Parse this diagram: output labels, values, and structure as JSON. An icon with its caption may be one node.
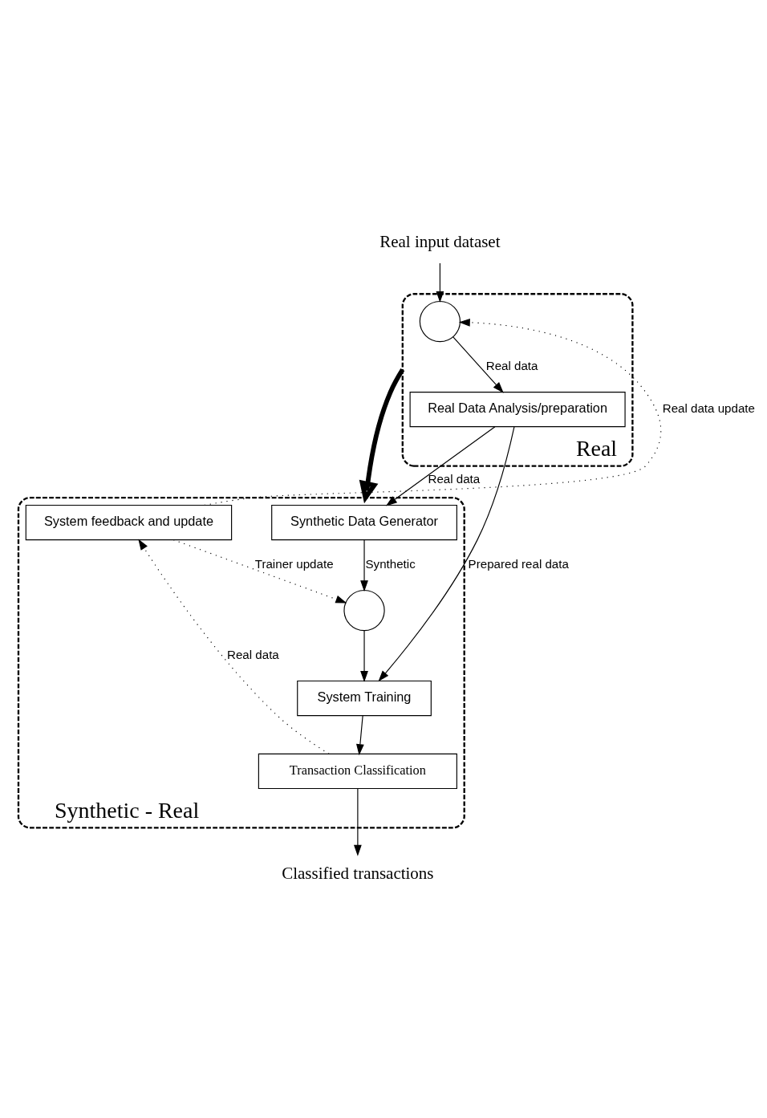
{
  "diagram": {
    "nodes": [
      {
        "text": [
          "Real input dataset"
        ]
      },
      {
        "text": [
          "Real"
        ]
      },
      {
        "text": [],
        "shape": "circle",
        "in": 1
      },
      {
        "text": [
          "Real Data Analysis/preparation"
        ],
        "in": 1
      },
      {
        "text": [
          "Synthetic - Real"
        ]
      },
      {
        "text": [
          "Synthetic Data Generator"
        ],
        "in": 4
      },
      {
        "text": [],
        "shape": "circle",
        "in": 4
      },
      {
        "text": [
          "System Training"
        ],
        "in": 4
      },
      {
        "text": [
          "Transaction Classification"
        ],
        "in": 4
      },
      {
        "text": [
          "System feedback and update"
        ],
        "in": 4
      },
      {
        "text": [
          "Classified transactions"
        ]
      }
    ],
    "edges": [
      {
        "from": 0,
        "to": 2,
        "arrow": "to"
      },
      {
        "from": 2,
        "to": 3,
        "arrow": "to",
        "label": "Real data"
      },
      {
        "from": 3,
        "to": 5,
        "arrow": "to",
        "label": "Real data"
      },
      {
        "from": 3,
        "to": 7,
        "arrow": "to",
        "label": "Prepared real data"
      },
      {
        "from": 5,
        "to": 6,
        "arrow": "to",
        "label": "Synthetic"
      },
      {
        "from": 6,
        "to": 7,
        "arrow": "to"
      },
      {
        "from": 7,
        "to": 8,
        "arrow": "to"
      },
      {
        "from": 8,
        "to": 10,
        "arrow": "to"
      },
      {
        "from": 8,
        "to": 9,
        "arrow": "to",
        "style": "dashed",
        "label": "Real data"
      },
      {
        "from": 9,
        "to": 2,
        "arrow": "to",
        "style": "dashed",
        "label": "Real data update"
      },
      {
        "from": 9,
        "to": 6,
        "arrow": "to",
        "style": "dashed",
        "label": "Trainer update"
      },
      {
        "from": 1,
        "to": 4,
        "arrow": "to",
        "style": "thick"
      }
    ]
  }
}
